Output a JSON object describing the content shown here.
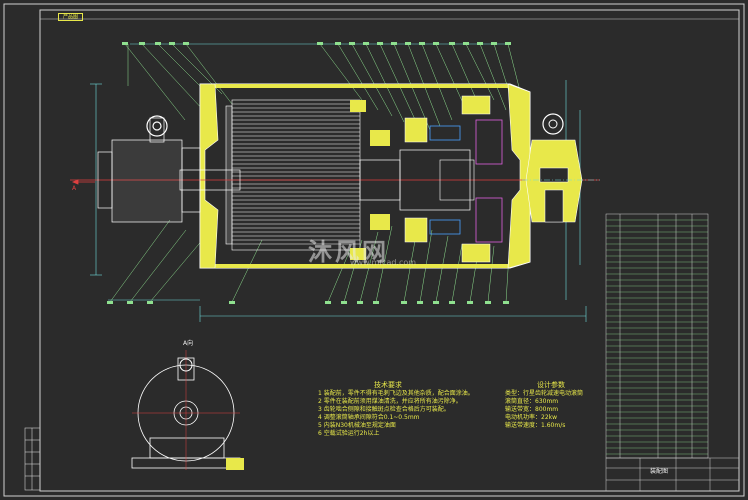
{
  "drawing": {
    "corner_tag": "产品图",
    "view_label": "A向",
    "section_label": "A",
    "watermark": "沐风网",
    "watermark_url": "www.mfcad.com",
    "title_block_name": "装配图"
  },
  "tech_notes": {
    "title": "技术要求",
    "lines": [
      "1 装配前，零件不得有毛刺飞边及其他杂质，配合面涂油。",
      "2 零件在装配前须用煤油清洗，并应将所有油污除净。",
      "3 齿轮啮合侧隙和接触斑点检查合格后方可装配。",
      "4 调整滚筒轴承间隙符合0.1~0.5mm",
      "5 内装N30机械油至规定油面",
      "6 空载试验运行2h以上"
    ]
  },
  "design_params": {
    "title": "设计参数",
    "lines": [
      "类型：行星齿轮减速电动滚筒",
      "滚筒直径：630mm",
      "输送带宽：800mm",
      "电动机功率：22kw",
      "输送带速度：1.60m/s"
    ]
  },
  "colors": {
    "background": "#2b2b2b",
    "frame": "#d0d0d0",
    "housing": "#e8e84a",
    "outline": "#ffffff",
    "leader": "#8fe08f",
    "dimension": "#6fdcdc",
    "red_line": "#e04040",
    "blue_line": "#4aa0ff",
    "magenta": "#e060e0"
  },
  "icons": [
    "lifting-eye-icon",
    "motor-icon",
    "bearing-seat-icon"
  ]
}
